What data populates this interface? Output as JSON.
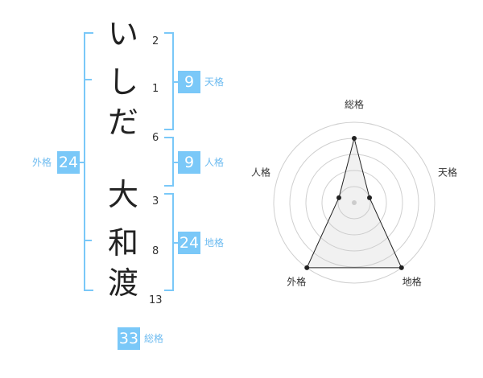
{
  "name_chars": [
    {
      "char": "い",
      "strokes": "2"
    },
    {
      "char": "し",
      "strokes": "1"
    },
    {
      "char": "だ",
      "strokes": "6"
    },
    {
      "char": "大",
      "strokes": "3"
    },
    {
      "char": "和",
      "strokes": "8"
    },
    {
      "char": "渡",
      "strokes": "13"
    }
  ],
  "kaku": {
    "tenkaku": {
      "value": "9",
      "label": "天格"
    },
    "jinkaku": {
      "value": "9",
      "label": "人格"
    },
    "chikaku": {
      "value": "24",
      "label": "地格"
    },
    "gaikaku": {
      "value": "24",
      "label": "外格"
    },
    "soukaku": {
      "value": "33",
      "label": "総格"
    }
  },
  "accent_color": "#7ac8f8",
  "chart_data": {
    "type": "radar",
    "axes": [
      "総格",
      "天格",
      "地格",
      "外格",
      "人格"
    ],
    "values": [
      4,
      1,
      5,
      5,
      1
    ],
    "range": [
      0,
      5
    ],
    "rings": 5
  }
}
